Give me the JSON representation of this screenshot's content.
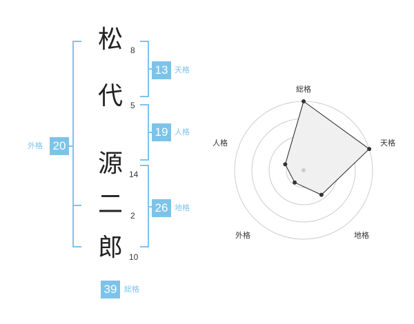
{
  "name": {
    "characters": [
      {
        "char": "松",
        "strokes": "8"
      },
      {
        "char": "代",
        "strokes": "5"
      },
      {
        "char": "源",
        "strokes": "14"
      },
      {
        "char": "二",
        "strokes": "2"
      },
      {
        "char": "郎",
        "strokes": "10"
      }
    ]
  },
  "fortune": {
    "tenkaku": {
      "label": "天格",
      "value": "13"
    },
    "jinkaku": {
      "label": "人格",
      "value": "19"
    },
    "chikaku": {
      "label": "地格",
      "value": "26"
    },
    "gaikaku": {
      "label": "外格",
      "value": "20"
    },
    "sokaku": {
      "label": "総格",
      "value": "39"
    }
  },
  "colors": {
    "accent": "#7cc3ea",
    "radar_fill": "#f0f0f0",
    "ring": "#cccccc",
    "point": "#333333"
  },
  "chart_data": {
    "type": "radar",
    "axes": [
      "総格",
      "天格",
      "地格",
      "外格",
      "人格"
    ],
    "values": [
      5,
      5,
      2.2,
      1.1,
      1.4
    ],
    "scale_max": 5,
    "rings": 4
  }
}
